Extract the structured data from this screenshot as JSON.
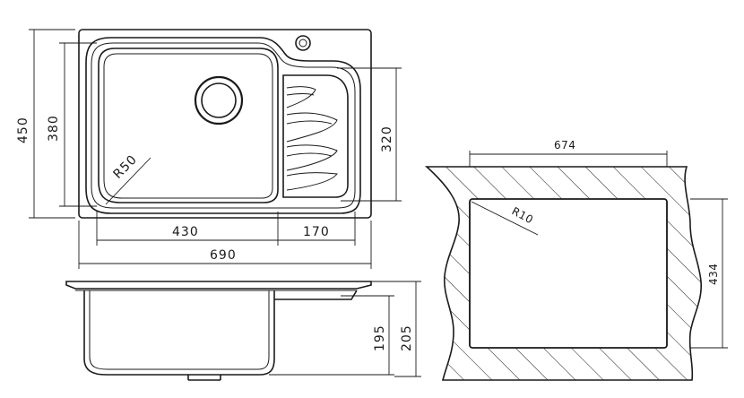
{
  "top_view": {
    "dim_overall_height": "450",
    "dim_bowl_height": "380",
    "dim_drainer_height": "320",
    "dim_bowl_width": "430",
    "dim_drainer_width": "170",
    "dim_overall_width": "690",
    "corner_radius": "R50"
  },
  "side_view": {
    "dim_bowl_depth": "195",
    "dim_overall_depth": "205"
  },
  "cutout_view": {
    "dim_cutout_width": "674",
    "dim_cutout_height": "434",
    "corner_radius": "R10"
  }
}
